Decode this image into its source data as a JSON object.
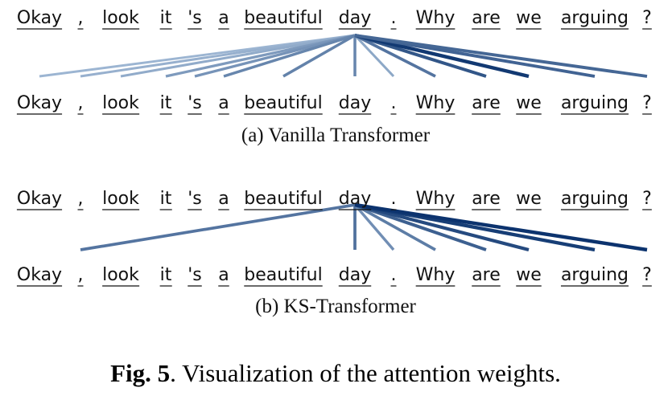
{
  "panels": [
    {
      "id": "a",
      "tokens_top": [
        "Okay",
        ",",
        "look",
        "it",
        "'s",
        "a",
        "beautiful",
        "day",
        ".",
        "Why",
        "are",
        "we",
        "arguing",
        "?"
      ],
      "tokens_bottom": [
        "Okay",
        ",",
        "look",
        "it",
        "'s",
        "a",
        "beautiful",
        "day",
        ".",
        "Why",
        "are",
        "we",
        "arguing",
        "?"
      ],
      "source_token_index": 7,
      "attention_weights": [
        0.22,
        0.25,
        0.28,
        0.38,
        0.42,
        0.5,
        0.52,
        0.5,
        0.3,
        0.6,
        0.78,
        0.95,
        0.7,
        0.68
      ],
      "subcaption": "(a)  Vanilla Transformer"
    },
    {
      "id": "b",
      "tokens_top": [
        "Okay",
        ",",
        "look",
        "it",
        "'s",
        "a",
        "beautiful",
        "day",
        ".",
        "Why",
        "are",
        "we",
        "arguing",
        "?"
      ],
      "tokens_bottom": [
        "Okay",
        ",",
        "look",
        "it",
        "'s",
        "a",
        "beautiful",
        "day",
        ".",
        "Why",
        "are",
        "we",
        "arguing",
        "?"
      ],
      "source_token_index": 7,
      "attention_weights": [
        0,
        0.6,
        0,
        0,
        0,
        0,
        0,
        0.62,
        0.45,
        0.55,
        0.72,
        0.85,
        0.92,
        0.98
      ],
      "subcaption": "(b)  KS-Transformer"
    }
  ],
  "caption": {
    "label": "Fig. 5",
    "text": ". Visualization of the attention weights."
  },
  "colors": {
    "weight_low": "#c6dbef",
    "weight_high": "#08306b"
  }
}
